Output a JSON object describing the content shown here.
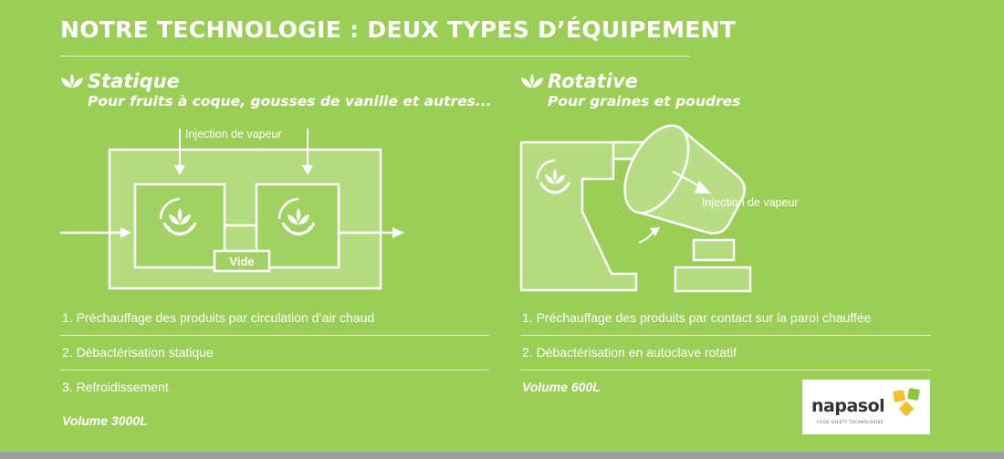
{
  "title": "NOTRE TECHNOLOGIE : DEUX TYPES D’ÉQUIPEMENT",
  "static": {
    "name": "Statique",
    "subtitle": "Pour fruits à coque, gousses de vanille et autres...",
    "injection_label": "Injection de vapeur",
    "vide_label": "Vide",
    "steps": [
      "1. Préchauffage des produits par circulation d’air chaud",
      "2. Débactérisation statique",
      "3. Refroidissement"
    ],
    "volume": "Volume 3000L"
  },
  "rotative": {
    "name": "Rotative",
    "subtitle": "Pour graines et poudres",
    "injection_label": "Injection de vapeur",
    "steps": [
      "1. Préchauffage des produits par contact sur la paroi chauffée",
      "2. Débactérisation en autoclave rotatif"
    ],
    "volume": "Volume 600L"
  },
  "logo": {
    "text": "napasol",
    "tagline": "FOOD SAFETY TECHNOLOGIES"
  },
  "colors": {
    "background": "#9bce56",
    "panel_fill": "#b4db80",
    "white": "#ffffff"
  }
}
